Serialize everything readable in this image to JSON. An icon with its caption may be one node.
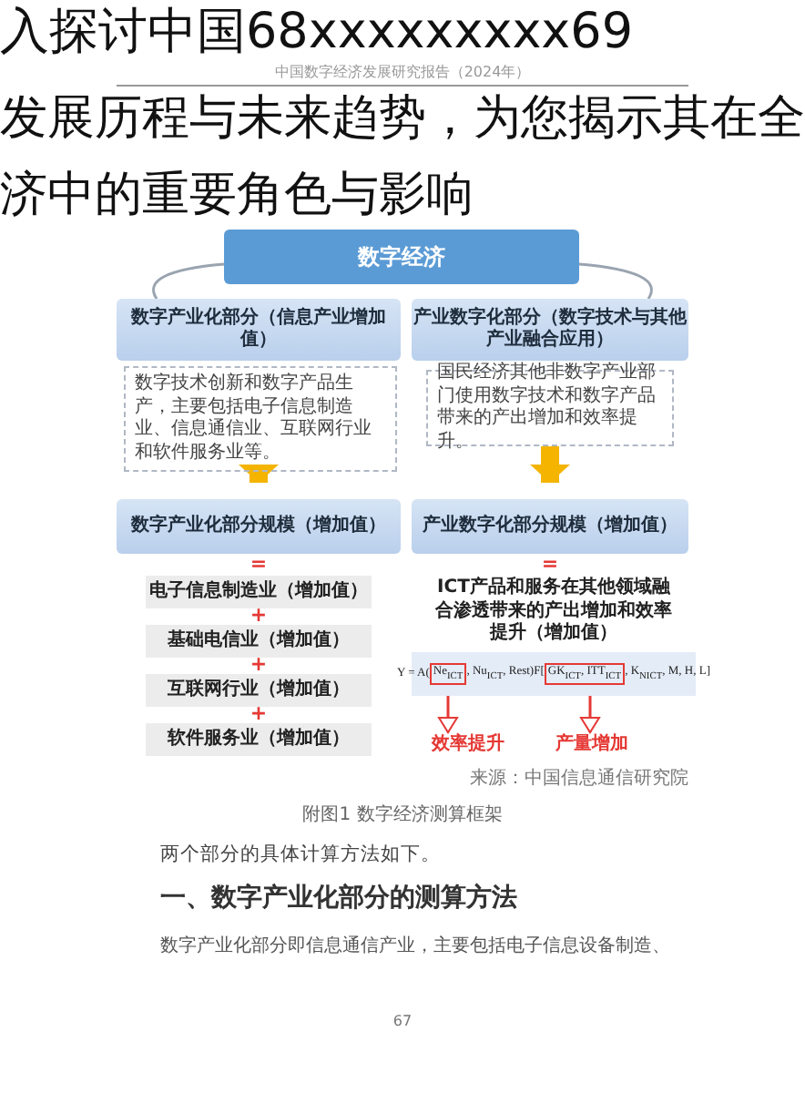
{
  "diagram": {
    "caption": "附图1 数字经济测算框架",
    "nodes": [
      {
        "text": [
          "数字经济"
        ]
      },
      {
        "text": [
          "数字产业化部分（信息产业增加值）"
        ]
      },
      {
        "text": [
          "数字技术创新和数字产品生产，主要包括电子信息制造业、信息通信业、互联网行业和软件服务业等。"
        ]
      },
      {
        "text": [
          "数字产业化部分规模（增加值）"
        ]
      },
      {
        "text": [
          "电子信息制造业（增加值）"
        ]
      },
      {
        "text": [
          "基础电信业（增加值）"
        ]
      },
      {
        "text": [
          "互联网行业（增加值）"
        ]
      },
      {
        "text": [
          "软件服务业（增加值）"
        ]
      },
      {
        "text": [
          "产业数字化部分（数字技术与其他产业融合应用）"
        ]
      },
      {
        "text": [
          "国民经济其他非数字产业部门使用数字技术和数字产品带来的产出增加和效率提升。"
        ]
      },
      {
        "text": [
          "产业数字化部分规模（增加值）"
        ]
      },
      {
        "text": [
          "Y = A(",
          "Ne$_{ICT}$",
          ", Nu$_{ICT}$, Rest)F[",
          "GK$_{ICT}$, ITT$_{ICT}$",
          ", K$_{NICT}$, M, H, L]"
        ]
      },
      {
        "text": [
          "效率提升"
        ]
      },
      {
        "text": [
          "产量增加"
        ]
      }
    ],
    "edges": [
      {
        "from": 0,
        "to": 1,
        "arrow": "none"
      },
      {
        "from": 0,
        "to": 8,
        "arrow": "none"
      },
      {
        "from": 2,
        "to": 3,
        "arrow": "to",
        "style": "thick",
        "color": "#f4b400"
      },
      {
        "from": 9,
        "to": 10,
        "arrow": "to",
        "style": "thick",
        "color": "#f4b400"
      },
      {
        "from": 11,
        "to": 12,
        "arrow": "to",
        "color": "#e53935"
      },
      {
        "from": 11,
        "to": 13,
        "arrow": "to",
        "color": "#e53935"
      }
    ],
    "labels": [
      "入探讨中国68xxxxxxxxx69",
      "发展历程与未来趋势，为您揭示其在全",
      "济中的重要角色与影响",
      "中国数字经济发展研究报告（2024年）",
      "=",
      "+",
      "+",
      "+",
      "=",
      "ICT产品和服务在其他领域融合渗透带来的产出增加和效率提升（增加值）",
      "来源：中国信息通信研究院",
      "两个部分的具体计算方法如下。",
      "一、数字产业化部分的测算方法",
      "数字产业化部分即信息通信产业，主要包括电子信息设备制造、",
      "67"
    ]
  }
}
